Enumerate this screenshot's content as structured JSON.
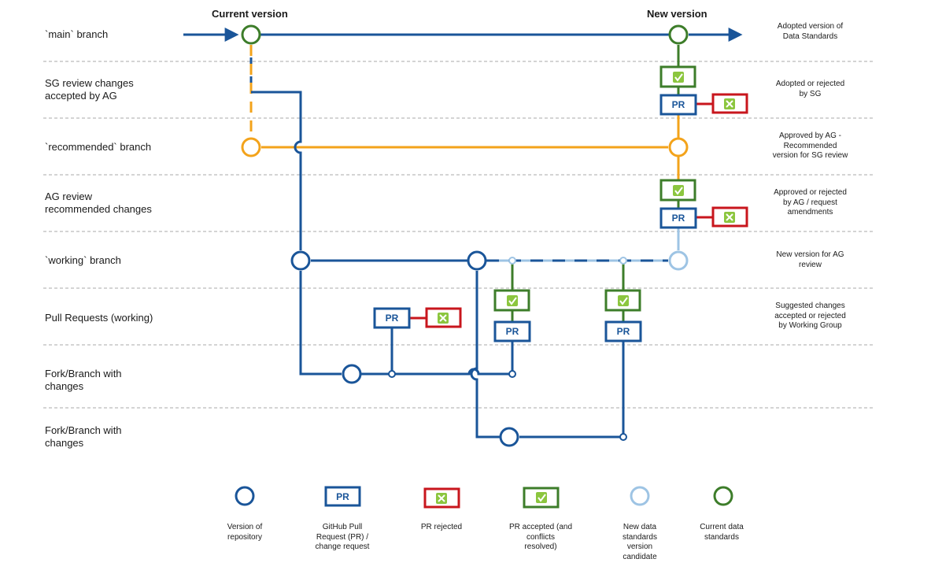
{
  "colors": {
    "blue": "#1a5599",
    "orange": "#f3a31b",
    "green": "#3d7d2a",
    "red": "#c8161d",
    "light_blue": "#9ec4e4",
    "check_fill": "#8cc63f"
  },
  "header": {
    "current_version": "Current version",
    "new_version": "New version"
  },
  "lanes": [
    {
      "label": "`main` branch",
      "note": "Adopted version of\nData Standards"
    },
    {
      "label": "SG review changes\naccepted by AG",
      "note": "Adopted or rejected\nby SG"
    },
    {
      "label": "`recommended` branch",
      "note": "Approved by AG -\nRecommended\nversion for SG review"
    },
    {
      "label": "AG review\nrecommended changes",
      "note": "Approved or rejected\nby AG / request\namendments"
    },
    {
      "label": "`working` branch",
      "note": "New version for AG\nreview"
    },
    {
      "label": "Pull Requests (working)",
      "note": "Suggested changes\naccepted or rejected\nby Working Group"
    },
    {
      "label": "Fork/Branch with\nchanges",
      "note": ""
    },
    {
      "label": "Fork/Branch with\nchanges",
      "note": ""
    }
  ],
  "pr_text": "PR",
  "icons": {
    "version_node": "circle-icon",
    "pull_request": "pr-box-icon",
    "rejected": "cross-box-icon",
    "accepted": "check-box-icon"
  },
  "legend": [
    {
      "icon": "version-circle",
      "label": "Version of\nrepository"
    },
    {
      "icon": "pr-box",
      "label": "GitHub Pull\nRequest (PR) /\nchange request"
    },
    {
      "icon": "rejected-box",
      "label": "PR rejected"
    },
    {
      "icon": "accepted-box",
      "label": "PR accepted (and\nconflicts\nresolved)"
    },
    {
      "icon": "candidate-circle",
      "label": "New data\nstandards\nversion\ncandidate"
    },
    {
      "icon": "current-circle",
      "label": "Current data\nstandards"
    }
  ]
}
